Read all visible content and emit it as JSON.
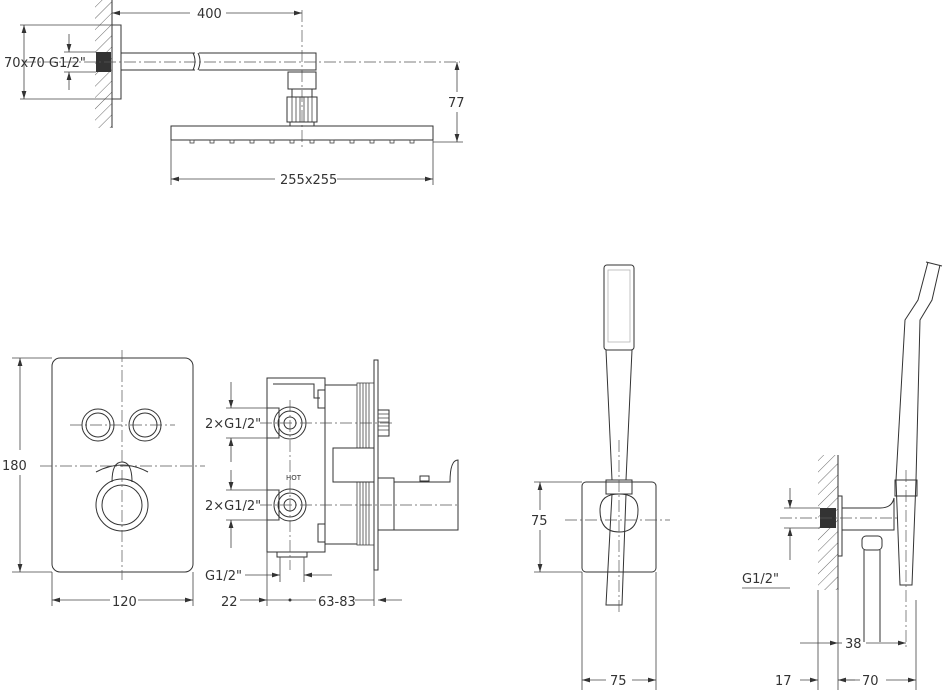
{
  "drawing": {
    "overhead_shower": {
      "arm_length": "400",
      "flange_thread": "70x70 G1/2\"",
      "height": "77",
      "head_size": "255x255"
    },
    "mixer": {
      "plate_height": "180",
      "plate_width": "120",
      "inlet_top": "2×G1/2\"",
      "inlet_bottom": "2×G1/2\"",
      "hot_label": "HOT",
      "outlet": "G1/2\"",
      "depth_min": "22",
      "depth_range": "63-83"
    },
    "hand_shower": {
      "plate_height": "75",
      "plate_width": "75",
      "outlet": "G1/2\"",
      "projection": "38",
      "wall_depth": "17",
      "total_projection": "70"
    },
    "colors": {
      "line": "#333333",
      "background": "#ffffff"
    }
  }
}
